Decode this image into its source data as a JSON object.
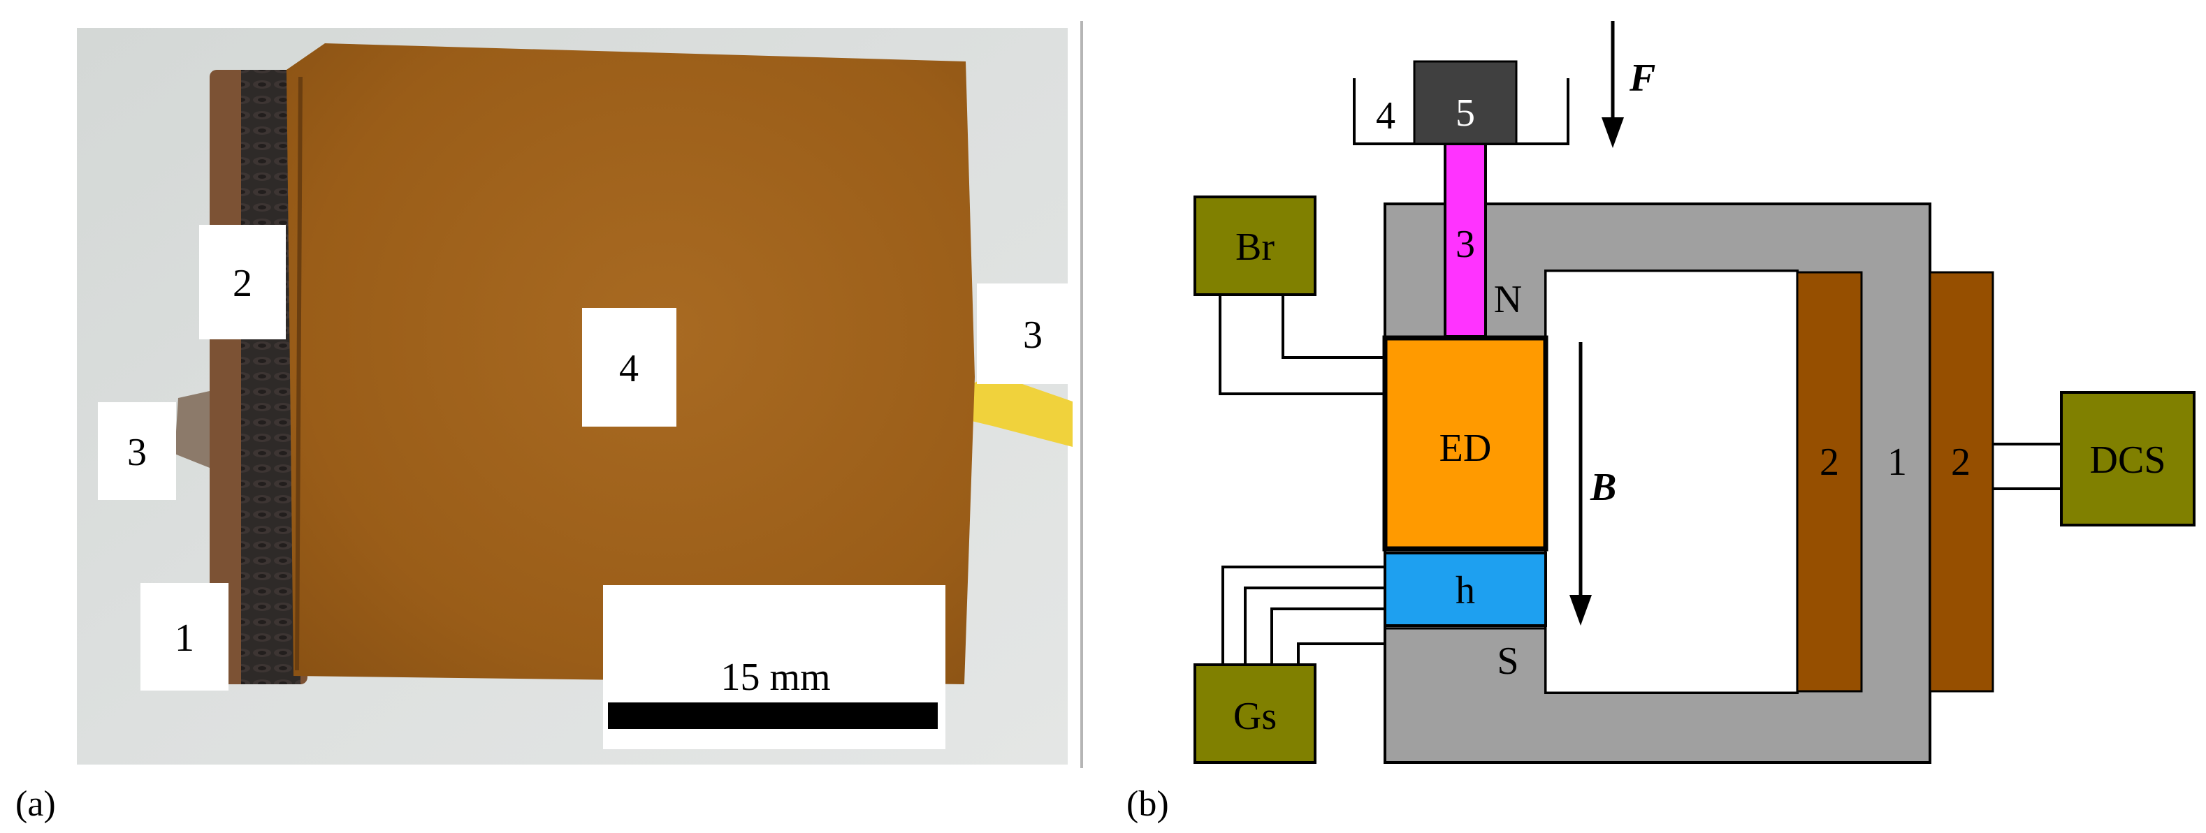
{
  "panel_a": {
    "label": "(a)",
    "callouts": [
      "2",
      "3",
      "4",
      "3",
      "1"
    ],
    "scale_bar_text": "15 mm",
    "colors": {
      "background": "#d9dcdb",
      "film": "#a0621a",
      "winding": "#2f2b29",
      "lead": "#f0d23c"
    }
  },
  "panel_b": {
    "label": "(b)",
    "force_label": "F",
    "field_label": "B",
    "holder_label": "4",
    "weight_label": "5",
    "rod_label": "3",
    "pole_top_label": "N",
    "pole_bottom_label": "S",
    "sample_label": "ED",
    "sensor_label": "h",
    "coil_label_left": "2",
    "core_label": "1",
    "coil_label_right": "2",
    "bridge_label": "Br",
    "gaussmeter_label": "Gs",
    "power_label": "DCS",
    "colors": {
      "core": "#a0a0a0",
      "instrument_box": "#808000",
      "sample": "#ff9a00",
      "sensor": "#1ea0f0",
      "rod": "#ff33ff",
      "weight": "#404040",
      "coil": "#964f00"
    }
  }
}
